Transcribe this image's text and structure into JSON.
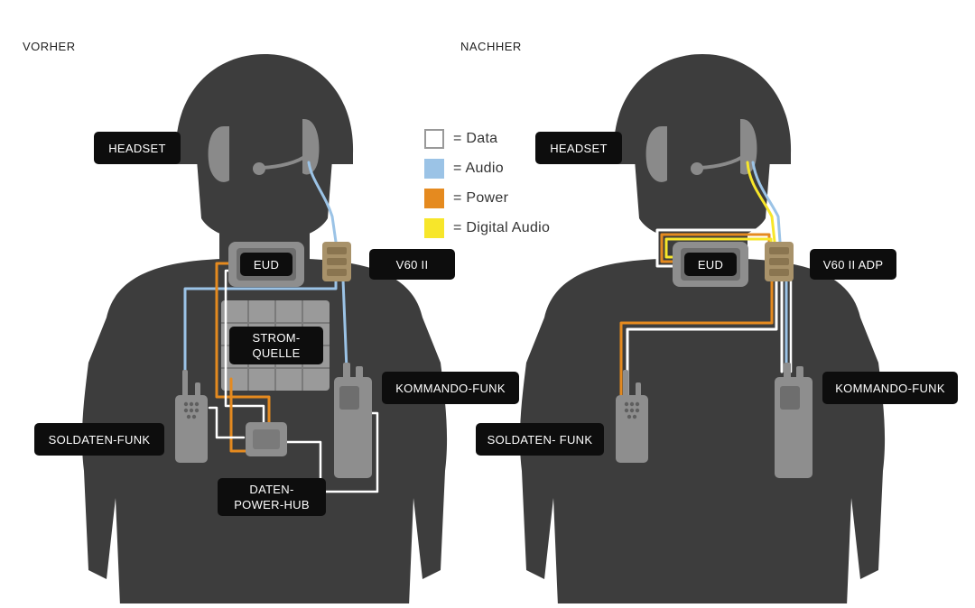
{
  "before": {
    "title": "VORHER",
    "labels": {
      "headset": "HEADSET",
      "eud": "EUD",
      "v60": "V60 II",
      "power_source": "STROM-\nQUELLE",
      "command_radio": "KOMMANDO-FUNK",
      "soldier_radio": "SOLDATEN-FUNK",
      "hub": "DATEN-\nPOWER-HUB"
    }
  },
  "after": {
    "title": "NACHHER",
    "labels": {
      "headset": "HEADSET",
      "eud": "EUD",
      "v60": "V60 II ADP",
      "command_radio": "KOMMANDO-FUNK",
      "soldier_radio": "SOLDATEN- FUNK"
    }
  },
  "legend": [
    {
      "label": "= Data",
      "color": "#ffffff",
      "border": "#999999"
    },
    {
      "label": "= Audio",
      "color": "#9bc3e6",
      "border": "#9bc3e6"
    },
    {
      "label": "= Power",
      "color": "#e58a1f",
      "border": "#e58a1f"
    },
    {
      "label": "= Digital Audio",
      "color": "#f7e62a",
      "border": "#f7e62a"
    }
  ],
  "colors": {
    "silhouette": "#3d3d3d",
    "device": "#9a9a9a",
    "device_dark": "#6e6e6e",
    "v60_tan": "#a8926a",
    "data": "#ffffff",
    "audio": "#9bc3e6",
    "power": "#e58a1f",
    "digital_audio": "#f7e62a"
  }
}
